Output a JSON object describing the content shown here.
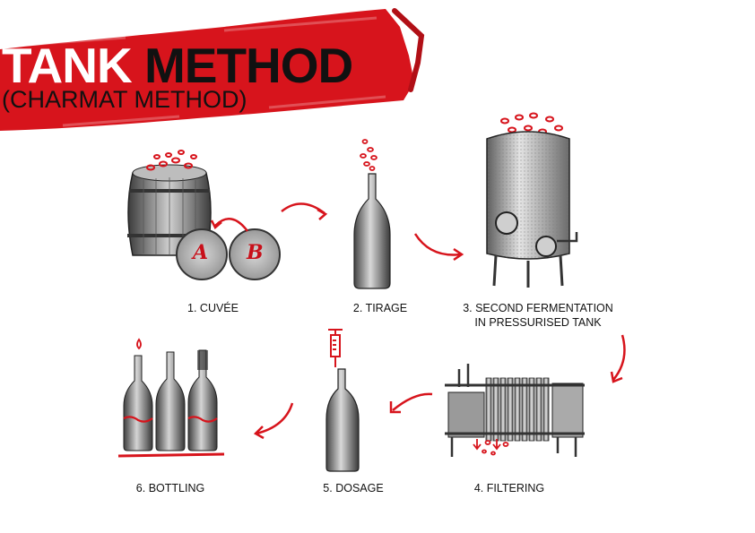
{
  "title": {
    "part1": "TANK",
    "part2": "METHOD",
    "subtitle": "(CHARMAT METHOD)"
  },
  "colors": {
    "accent": "#d7141c",
    "text": "#111111",
    "metal": "#9a9a9a"
  },
  "cuvee_discs": [
    "A",
    "B"
  ],
  "steps": [
    {
      "label": "1. CUVÉE"
    },
    {
      "label": "2. TIRAGE"
    },
    {
      "label_line1": "3. SECOND FERMENTATION",
      "label_line2": "IN PRESSURISED TANK"
    },
    {
      "label": "4. FILTERING"
    },
    {
      "label": "5. DOSAGE"
    },
    {
      "label": "6. BOTTLING"
    }
  ]
}
